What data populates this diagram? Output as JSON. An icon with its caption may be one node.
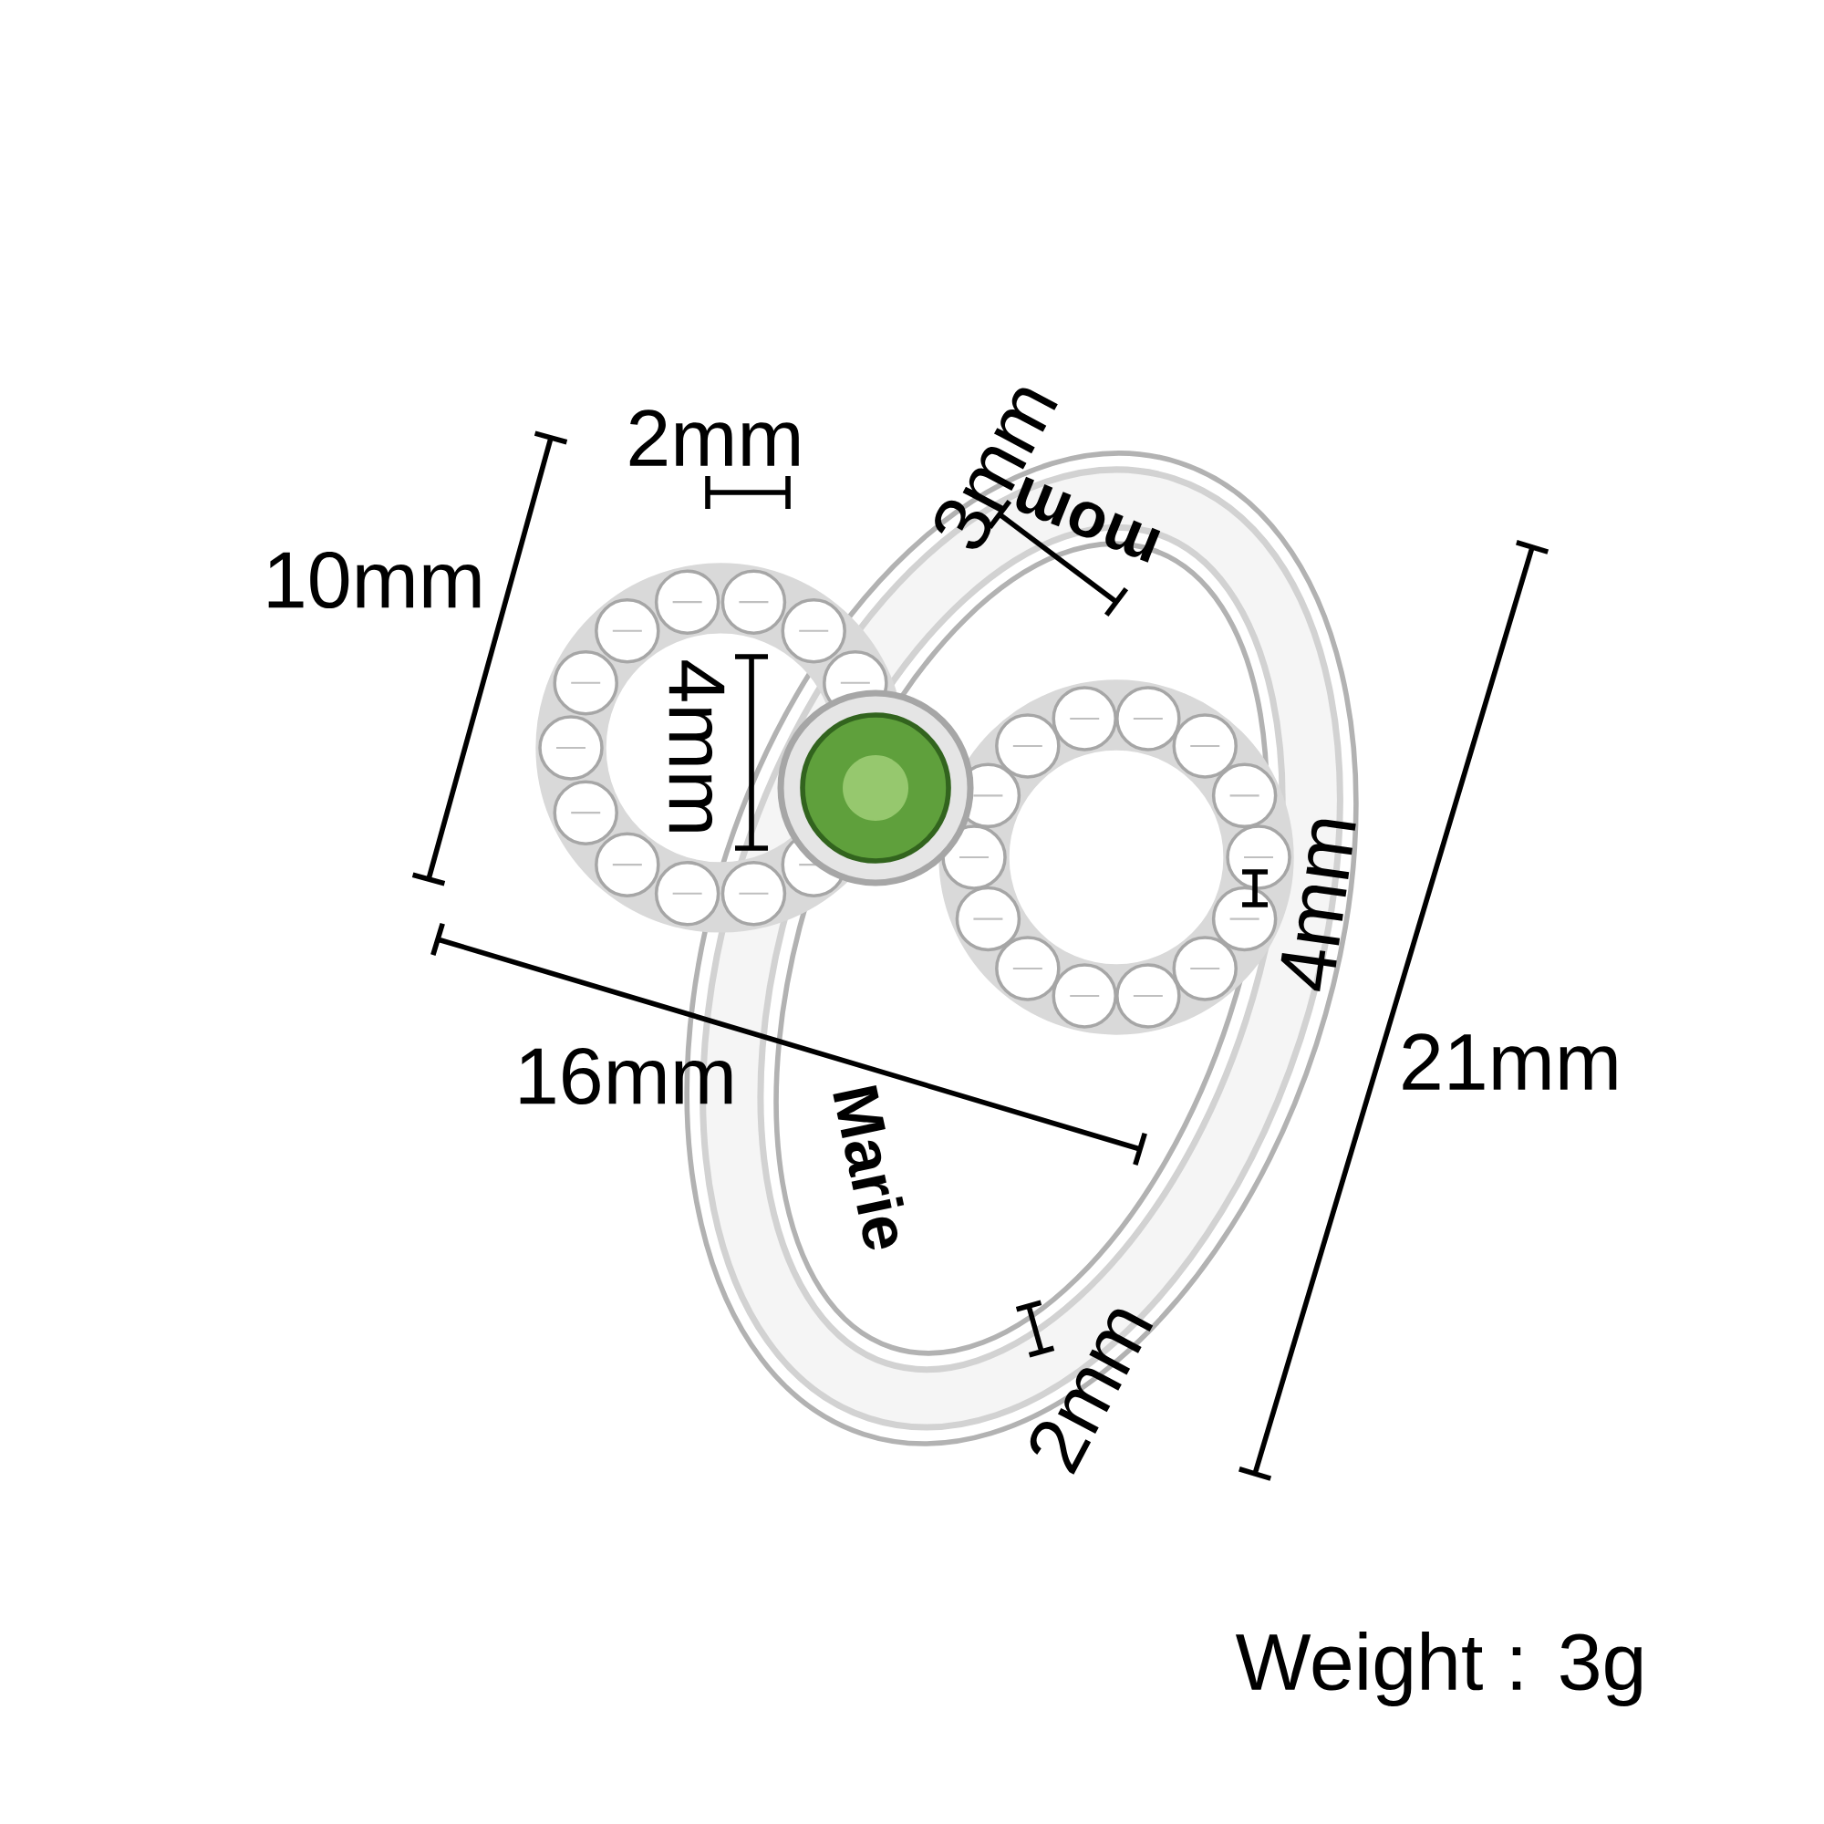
{
  "diagram": {
    "labels": [
      "2mm",
      "3mm",
      "10mm",
      "mom",
      "4mm",
      "4mm",
      "16mm",
      "21mm",
      "Marie",
      "2mm",
      "Weight : 3g"
    ]
  }
}
